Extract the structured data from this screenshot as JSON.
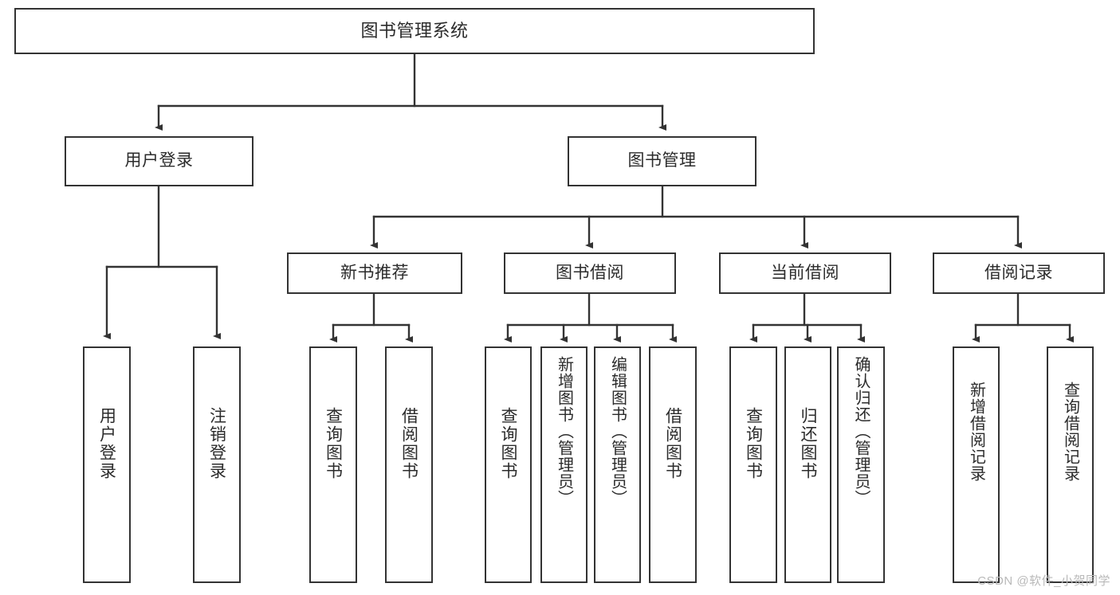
{
  "diagram": {
    "title": "图书管理系统",
    "type": "tree-hierarchy-chart",
    "watermark": "CSDN @软件_小贺同学",
    "colors": {
      "box_border": "#333333",
      "box_fill": "#ffffff",
      "connector": "#333333",
      "text": "#2b2b2b",
      "watermark": "#b9b9b9",
      "background": "#ffffff"
    },
    "levels": {
      "root": "图书管理系统",
      "level2": [
        "用户登录",
        "图书管理"
      ],
      "level3": [
        "新书推荐",
        "图书借阅",
        "当前借阅",
        "借阅记录"
      ]
    },
    "nodes": {
      "root": {
        "label": "图书管理系统"
      },
      "user_login": {
        "label": "用户登录"
      },
      "book_manage": {
        "label": "图书管理"
      },
      "new_book_rec": {
        "label": "新书推荐"
      },
      "book_borrow": {
        "label": "图书借阅"
      },
      "current_borrow": {
        "label": "当前借阅"
      },
      "borrow_record": {
        "label": "借阅记录"
      },
      "leaf_user_login": {
        "label": "用户登录"
      },
      "leaf_logout": {
        "label": "注销登录"
      },
      "leaf_query_book_rec": {
        "label": "查询图书"
      },
      "leaf_borrow_book_rec": {
        "label": "借阅图书"
      },
      "leaf_query_book_borrow": {
        "label": "查询图书"
      },
      "leaf_add_book_admin": {
        "label": "新增图书（管理员）"
      },
      "leaf_edit_book_admin": {
        "label": "编辑图书（管理员）"
      },
      "leaf_borrow_book": {
        "label": "借阅图书"
      },
      "leaf_query_book_current": {
        "label": "查询图书"
      },
      "leaf_return_book": {
        "label": "归还图书"
      },
      "leaf_confirm_return_admin": {
        "label": "确认归还（管理员）"
      },
      "leaf_add_borrow_record": {
        "label": "新增借阅记录"
      },
      "leaf_query_borrow_record": {
        "label": "查询借阅记录"
      }
    },
    "edges": [
      {
        "from": "root",
        "to": "用户登录"
      },
      {
        "from": "root",
        "to": "图书管理"
      },
      {
        "from": "用户登录",
        "to": "用户登录(叶)"
      },
      {
        "from": "用户登录",
        "to": "注销登录"
      },
      {
        "from": "图书管理",
        "to": "新书推荐"
      },
      {
        "from": "图书管理",
        "to": "图书借阅"
      },
      {
        "from": "图书管理",
        "to": "当前借阅"
      },
      {
        "from": "图书管理",
        "to": "借阅记录"
      },
      {
        "from": "新书推荐",
        "to": "查询图书"
      },
      {
        "from": "新书推荐",
        "to": "借阅图书"
      },
      {
        "from": "图书借阅",
        "to": "查询图书"
      },
      {
        "from": "图书借阅",
        "to": "新增图书（管理员）"
      },
      {
        "from": "图书借阅",
        "to": "编辑图书（管理员）"
      },
      {
        "from": "图书借阅",
        "to": "借阅图书"
      },
      {
        "from": "当前借阅",
        "to": "查询图书"
      },
      {
        "from": "当前借阅",
        "to": "归还图书"
      },
      {
        "from": "当前借阅",
        "to": "确认归还（管理员）"
      },
      {
        "from": "借阅记录",
        "to": "新增借阅记录"
      },
      {
        "from": "借阅记录",
        "to": "查询借阅记录"
      }
    ]
  }
}
